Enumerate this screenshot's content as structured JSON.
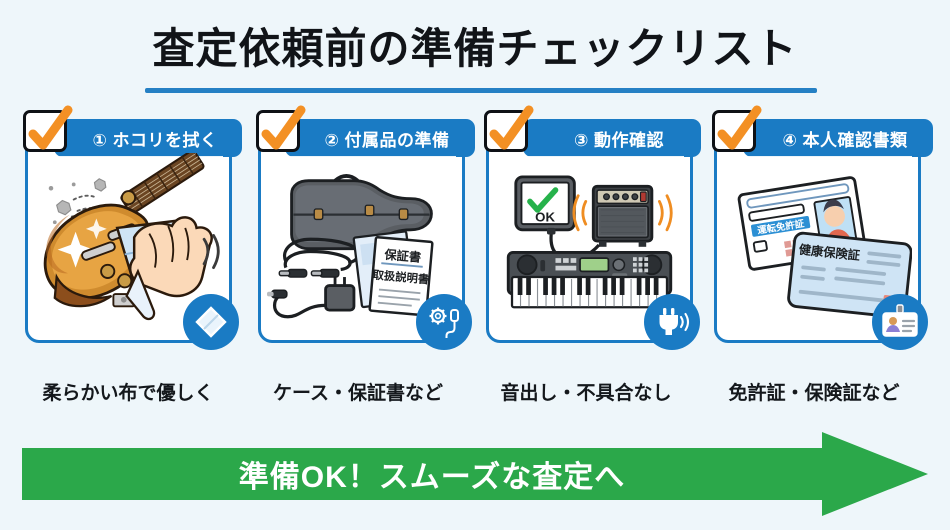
{
  "page": {
    "title": "査定依頼前の準備チェックリスト",
    "background_color": "#eef6fa",
    "accent_blue": "#1a7bc4",
    "accent_orange": "#f39024",
    "accent_green": "#2ba84a"
  },
  "cards": [
    {
      "number": "①",
      "heading": "① ホコリを拭く",
      "caption": "柔らかい布で優しく",
      "check_icon": "orange-check-icon",
      "badge_icon": "cloth-icon",
      "art_name": "guitar-wiping-illustration",
      "art_labels": []
    },
    {
      "number": "②",
      "heading": "② 付属品の準備",
      "caption": "ケース・保証書など",
      "check_icon": "orange-check-icon",
      "badge_icon": "gear-cable-icon",
      "art_name": "accessories-illustration",
      "art_labels": [
        "保証書",
        "取扱説明書"
      ]
    },
    {
      "number": "③",
      "heading": "③ 動作確認",
      "caption": "音出し・不具合なし",
      "check_icon": "orange-check-icon",
      "badge_icon": "power-plug-icon",
      "art_name": "keyboard-amp-illustration",
      "art_labels": [
        "OK"
      ]
    },
    {
      "number": "④",
      "heading": "④ 本人確認書類",
      "caption": "免許証・保険証など",
      "check_icon": "orange-check-icon",
      "badge_icon": "id-card-icon",
      "art_name": "identity-documents-illustration",
      "art_labels": [
        "運転免許証",
        "健康保険証"
      ]
    }
  ],
  "banner": {
    "text": "準備OK！スムーズな査定へ",
    "color": "#2ba84a",
    "shape": "right-arrow"
  }
}
